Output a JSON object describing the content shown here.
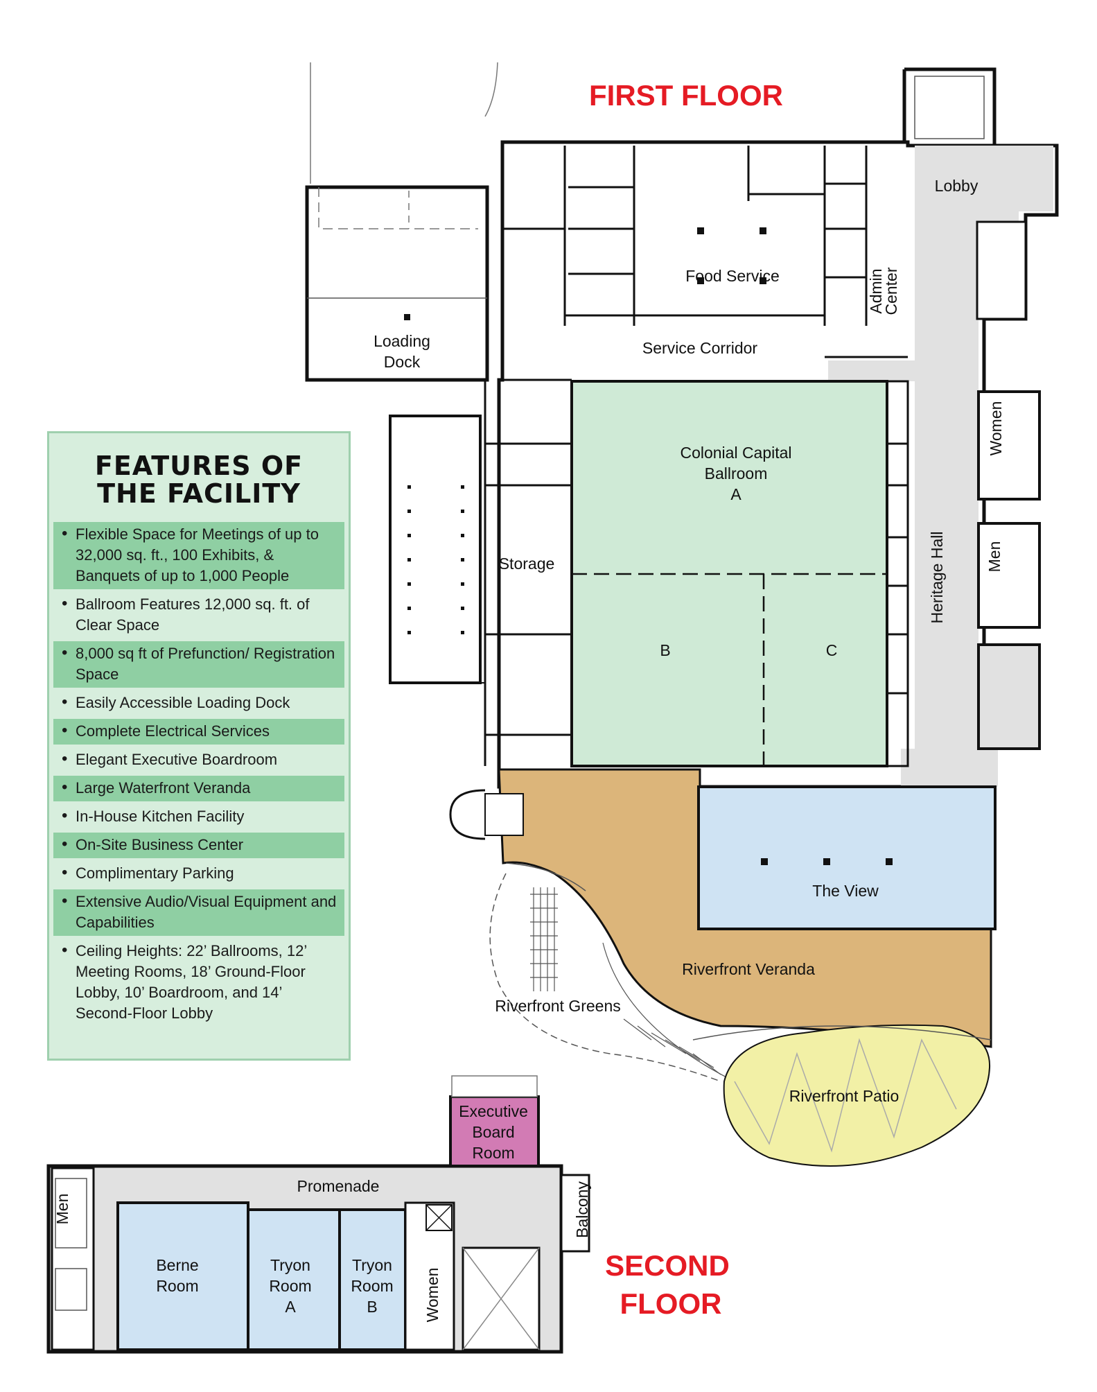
{
  "titles": {
    "first_floor": "FIRST FLOOR",
    "second_floor_line1": "SECOND",
    "second_floor_line2": "FLOOR"
  },
  "features_panel": {
    "heading": "FEATURES OF\nTHE FACILITY",
    "items": [
      "Flexible Space for Meetings of up to 32,000 sq. ft., 100 Exhibits, & Banquets of up to 1,000 People",
      "Ballroom Features 12,000 sq. ft. of Clear Space",
      "8,000 sq ft of Prefunction/ Registration Space",
      "Easily Accessible Loading Dock",
      "Complete Electrical Services",
      "Elegant Executive Boardroom",
      "Large Waterfront Veranda",
      "In-House Kitchen Facility",
      "On-Site Business Center",
      "Complimentary Parking",
      "Extensive Audio/Visual Equipment and Capabilities",
      "Ceiling Heights: 22’ Ballrooms, 12’ Meeting Rooms, 18’ Ground-Floor Lobby, 10’ Boardroom, and 14’ Second-Floor Lobby"
    ]
  },
  "first_floor": {
    "lobby": "Lobby",
    "food_service": "Food Service",
    "admin_center_1": "Admin",
    "admin_center_2": "Center",
    "loading_dock_1": "Loading",
    "loading_dock_2": "Dock",
    "service_corridor": "Service Corridor",
    "ballroom_1": "Colonial Capital",
    "ballroom_2": "Ballroom",
    "ballroom_a": "A",
    "ballroom_b": "B",
    "ballroom_c": "C",
    "storage": "Storage",
    "heritage_hall": "Heritage Hall",
    "women": "Women",
    "men": "Men",
    "the_view": "The View",
    "riverfront_veranda": "Riverfront Veranda",
    "riverfront_greens": "Riverfront Greens",
    "riverfront_patio": "Riverfront Patio"
  },
  "second_floor": {
    "executive_1": "Executive",
    "executive_2": "Board",
    "executive_3": "Room",
    "promenade": "Promenade",
    "balcony": "Balcony",
    "men": "Men",
    "women": "Women",
    "berne_1": "Berne",
    "berne_2": "Room",
    "tryon_a_1": "Tryon",
    "tryon_a_2": "Room",
    "tryon_a_3": "A",
    "tryon_b_1": "Tryon",
    "tryon_b_2": "Room",
    "tryon_b_3": "B"
  },
  "colors": {
    "ballroom": "#cfead6",
    "view_and_meeting": "#cfe3f3",
    "veranda": "#dcb57a",
    "patio": "#f2f0a6",
    "boardroom": "#d27bb4",
    "hall": "#e1e1e1",
    "title": "#e51b24"
  }
}
